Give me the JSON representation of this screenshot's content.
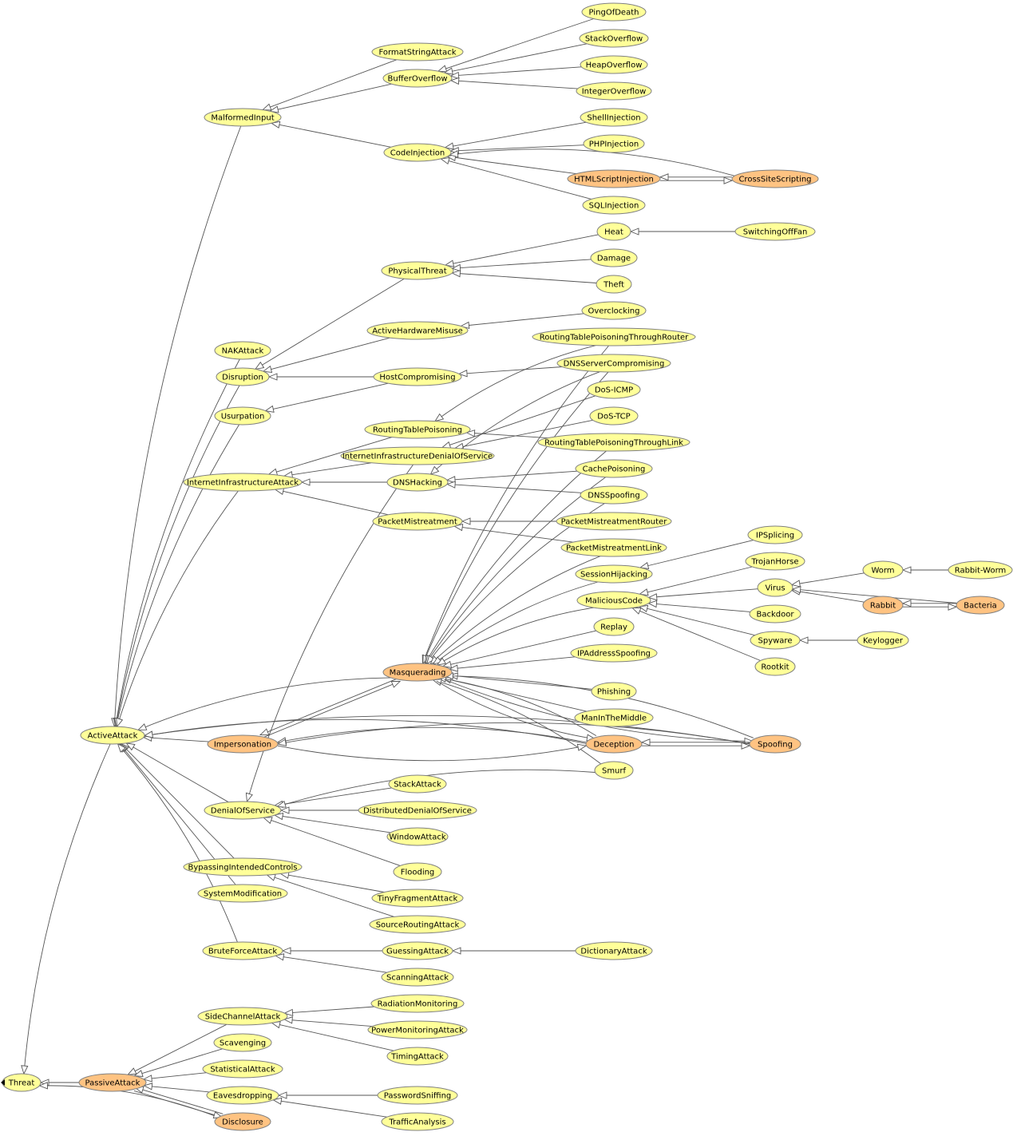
{
  "diagram": {
    "type": "class-hierarchy-graph",
    "colors": {
      "normal": "#ffff99",
      "highlighted": "#ffc382",
      "edge": "#555555",
      "arrowhead": "#ffffff"
    },
    "nodes": [
      {
        "id": "Threat",
        "label": "Threat"
      },
      {
        "id": "PassiveAttack",
        "label": "PassiveAttack",
        "highlighted": true
      },
      {
        "id": "ActiveAttack",
        "label": "ActiveAttack"
      },
      {
        "id": "MalformedInput",
        "label": "MalformedInput"
      },
      {
        "id": "FormatStringAttack",
        "label": "FormatStringAttack"
      },
      {
        "id": "BufferOverflow",
        "label": "BufferOverflow"
      },
      {
        "id": "PingOfDeath",
        "label": "PingOfDeath"
      },
      {
        "id": "StackOverflow",
        "label": "StackOverflow"
      },
      {
        "id": "HeapOverflow",
        "label": "HeapOverflow"
      },
      {
        "id": "IntegerOverflow",
        "label": "IntegerOverflow"
      },
      {
        "id": "CodeInjection",
        "label": "CodeInjection"
      },
      {
        "id": "ShellInjection",
        "label": "ShellInjection"
      },
      {
        "id": "PHPInjection",
        "label": "PHPInjection"
      },
      {
        "id": "HTMLScriptInjection",
        "label": "HTMLScriptInjection",
        "highlighted": true
      },
      {
        "id": "CrossSiteScripting",
        "label": "CrossSiteScripting",
        "highlighted": true
      },
      {
        "id": "SQLInjection",
        "label": "SQLInjection"
      },
      {
        "id": "Heat",
        "label": "Heat"
      },
      {
        "id": "SwitchingOffFan",
        "label": "SwitchingOffFan"
      },
      {
        "id": "Damage",
        "label": "Damage"
      },
      {
        "id": "Theft",
        "label": "Theft"
      },
      {
        "id": "PhysicalThreat",
        "label": "PhysicalThreat"
      },
      {
        "id": "Overclocking",
        "label": "Overclocking"
      },
      {
        "id": "ActiveHardwareMisuse",
        "label": "ActiveHardwareMisuse"
      },
      {
        "id": "RoutingTablePoisoningThroughRouter",
        "label": "RoutingTablePoisoningThroughRouter"
      },
      {
        "id": "NAKAttack",
        "label": "NAKAttack"
      },
      {
        "id": "Disruption",
        "label": "Disruption"
      },
      {
        "id": "HostCompromising",
        "label": "HostCompromising"
      },
      {
        "id": "DNSServerCompromising",
        "label": "DNSServerCompromising"
      },
      {
        "id": "DoS-ICMP",
        "label": "DoS-ICMP"
      },
      {
        "id": "Usurpation",
        "label": "Usurpation"
      },
      {
        "id": "DoS-TCP",
        "label": "DoS-TCP"
      },
      {
        "id": "RoutingTablePoisoning",
        "label": "RoutingTablePoisoning"
      },
      {
        "id": "RoutingTablePoisoningThroughLink",
        "label": "RoutingTablePoisoningThroughLink"
      },
      {
        "id": "InternetInfrastructureDenialOfService",
        "label": "InternetInfrastructureDenialOfService"
      },
      {
        "id": "CachePoisoning",
        "label": "CachePoisoning"
      },
      {
        "id": "InternetInfrastructureAttack",
        "label": "InternetInfrastructureAttack"
      },
      {
        "id": "DNSHacking",
        "label": "DNSHacking"
      },
      {
        "id": "DNSSpoofing",
        "label": "DNSSpoofing"
      },
      {
        "id": "PacketMistreatment",
        "label": "PacketMistreatment"
      },
      {
        "id": "PacketMistreatmentRouter",
        "label": "PacketMistreatmentRouter"
      },
      {
        "id": "IPSplicing",
        "label": "IPSplicing"
      },
      {
        "id": "PacketMistreatmentLink",
        "label": "PacketMistreatmentLink"
      },
      {
        "id": "TrojanHorse",
        "label": "TrojanHorse"
      },
      {
        "id": "Worm",
        "label": "Worm"
      },
      {
        "id": "Rabbit-Worm",
        "label": "Rabbit-Worm"
      },
      {
        "id": "SessionHijacking",
        "label": "SessionHijacking"
      },
      {
        "id": "Virus",
        "label": "Virus"
      },
      {
        "id": "MaliciousCode",
        "label": "MaliciousCode"
      },
      {
        "id": "Rabbit",
        "label": "Rabbit",
        "highlighted": true
      },
      {
        "id": "Bacteria",
        "label": "Bacteria",
        "highlighted": true
      },
      {
        "id": "Backdoor",
        "label": "Backdoor"
      },
      {
        "id": "Replay",
        "label": "Replay"
      },
      {
        "id": "Spyware",
        "label": "Spyware"
      },
      {
        "id": "Keylogger",
        "label": "Keylogger"
      },
      {
        "id": "IPAddressSpoofing",
        "label": "IPAddressSpoofing"
      },
      {
        "id": "Rootkit",
        "label": "Rootkit"
      },
      {
        "id": "Masquerading",
        "label": "Masquerading",
        "highlighted": true
      },
      {
        "id": "Phishing",
        "label": "Phishing"
      },
      {
        "id": "ManInTheMiddle",
        "label": "ManInTheMiddle"
      },
      {
        "id": "Impersonation",
        "label": "Impersonation",
        "highlighted": true
      },
      {
        "id": "Deception",
        "label": "Deception",
        "highlighted": true
      },
      {
        "id": "Spoofing",
        "label": "Spoofing",
        "highlighted": true
      },
      {
        "id": "Smurf",
        "label": "Smurf"
      },
      {
        "id": "StackAttack",
        "label": "StackAttack"
      },
      {
        "id": "DenialOfService",
        "label": "DenialOfService"
      },
      {
        "id": "DistributedDenialOfService",
        "label": "DistributedDenialOfService"
      },
      {
        "id": "WindowAttack",
        "label": "WindowAttack"
      },
      {
        "id": "BypassingIntendedControls",
        "label": "BypassingIntendedControls"
      },
      {
        "id": "Flooding",
        "label": "Flooding"
      },
      {
        "id": "SystemModification",
        "label": "SystemModification"
      },
      {
        "id": "TinyFragmentAttack",
        "label": "TinyFragmentAttack"
      },
      {
        "id": "SourceRoutingAttack",
        "label": "SourceRoutingAttack"
      },
      {
        "id": "BruteForceAttack",
        "label": "BruteForceAttack"
      },
      {
        "id": "GuessingAttack",
        "label": "GuessingAttack"
      },
      {
        "id": "DictionaryAttack",
        "label": "DictionaryAttack"
      },
      {
        "id": "ScanningAttack",
        "label": "ScanningAttack"
      },
      {
        "id": "RadiationMonitoring",
        "label": "RadiationMonitoring"
      },
      {
        "id": "SideChannelAttack",
        "label": "SideChannelAttack"
      },
      {
        "id": "PowerMonitoringAttack",
        "label": "PowerMonitoringAttack"
      },
      {
        "id": "Scavenging",
        "label": "Scavenging"
      },
      {
        "id": "TimingAttack",
        "label": "TimingAttack"
      },
      {
        "id": "StatisticalAttack",
        "label": "StatisticalAttack"
      },
      {
        "id": "Eavesdropping",
        "label": "Eavesdropping"
      },
      {
        "id": "PasswordSniffing",
        "label": "PasswordSniffing"
      },
      {
        "id": "Disclosure",
        "label": "Disclosure",
        "highlighted": true
      },
      {
        "id": "TrafficAnalysis",
        "label": "TrafficAnalysis"
      }
    ],
    "edges": [
      {
        "from": "PassiveAttack",
        "to": "Threat"
      },
      {
        "from": "ActiveAttack",
        "to": "Threat"
      },
      {
        "from": "Disclosure",
        "to": "Threat"
      },
      {
        "from": "MalformedInput",
        "to": "ActiveAttack"
      },
      {
        "from": "NAKAttack",
        "to": "ActiveAttack"
      },
      {
        "from": "Disruption",
        "to": "ActiveAttack"
      },
      {
        "from": "Usurpation",
        "to": "ActiveAttack"
      },
      {
        "from": "InternetInfrastructureAttack",
        "to": "ActiveAttack"
      },
      {
        "from": "Masquerading",
        "to": "ActiveAttack"
      },
      {
        "from": "Impersonation",
        "to": "ActiveAttack"
      },
      {
        "from": "Deception",
        "to": "ActiveAttack"
      },
      {
        "from": "Spoofing",
        "to": "ActiveAttack"
      },
      {
        "from": "DenialOfService",
        "to": "ActiveAttack"
      },
      {
        "from": "BypassingIntendedControls",
        "to": "ActiveAttack"
      },
      {
        "from": "SystemModification",
        "to": "ActiveAttack"
      },
      {
        "from": "BruteForceAttack",
        "to": "ActiveAttack"
      },
      {
        "from": "FormatStringAttack",
        "to": "MalformedInput"
      },
      {
        "from": "BufferOverflow",
        "to": "MalformedInput"
      },
      {
        "from": "CodeInjection",
        "to": "MalformedInput"
      },
      {
        "from": "PingOfDeath",
        "to": "BufferOverflow"
      },
      {
        "from": "StackOverflow",
        "to": "BufferOverflow"
      },
      {
        "from": "HeapOverflow",
        "to": "BufferOverflow"
      },
      {
        "from": "IntegerOverflow",
        "to": "BufferOverflow"
      },
      {
        "from": "ShellInjection",
        "to": "CodeInjection"
      },
      {
        "from": "PHPInjection",
        "to": "CodeInjection"
      },
      {
        "from": "HTMLScriptInjection",
        "to": "CodeInjection"
      },
      {
        "from": "CrossSiteScripting",
        "to": "CodeInjection"
      },
      {
        "from": "SQLInjection",
        "to": "CodeInjection"
      },
      {
        "from": "HTMLScriptInjection",
        "to": "CrossSiteScripting"
      },
      {
        "from": "CrossSiteScripting",
        "to": "HTMLScriptInjection"
      },
      {
        "from": "Heat",
        "to": "PhysicalThreat"
      },
      {
        "from": "Damage",
        "to": "PhysicalThreat"
      },
      {
        "from": "Theft",
        "to": "PhysicalThreat"
      },
      {
        "from": "SwitchingOffFan",
        "to": "Heat"
      },
      {
        "from": "PhysicalThreat",
        "to": "Disruption"
      },
      {
        "from": "ActiveHardwareMisuse",
        "to": "Disruption"
      },
      {
        "from": "HostCompromising",
        "to": "Disruption"
      },
      {
        "from": "Overclocking",
        "to": "ActiveHardwareMisuse"
      },
      {
        "from": "HostCompromising",
        "to": "Usurpation"
      },
      {
        "from": "DNSServerCompromising",
        "to": "HostCompromising"
      },
      {
        "from": "RoutingTablePoisoningThroughRouter",
        "to": "RoutingTablePoisoning"
      },
      {
        "from": "RoutingTablePoisoningThroughLink",
        "to": "RoutingTablePoisoning"
      },
      {
        "from": "DoS-ICMP",
        "to": "InternetInfrastructureDenialOfService"
      },
      {
        "from": "DoS-TCP",
        "to": "InternetInfrastructureDenialOfService"
      },
      {
        "from": "DNSServerCompromising",
        "to": "DNSHacking"
      },
      {
        "from": "CachePoisoning",
        "to": "DNSHacking"
      },
      {
        "from": "DNSSpoofing",
        "to": "DNSHacking"
      },
      {
        "from": "RoutingTablePoisoning",
        "to": "InternetInfrastructureAttack"
      },
      {
        "from": "InternetInfrastructureDenialOfService",
        "to": "InternetInfrastructureAttack"
      },
      {
        "from": "DNSHacking",
        "to": "InternetInfrastructureAttack"
      },
      {
        "from": "PacketMistreatment",
        "to": "InternetInfrastructureAttack"
      },
      {
        "from": "InternetInfrastructureDenialOfService",
        "to": "DenialOfService"
      },
      {
        "from": "PacketMistreatmentRouter",
        "to": "PacketMistreatment"
      },
      {
        "from": "PacketMistreatmentLink",
        "to": "PacketMistreatment"
      },
      {
        "from": "IPSplicing",
        "to": "SessionHijacking"
      },
      {
        "from": "TrojanHorse",
        "to": "MaliciousCode"
      },
      {
        "from": "Virus",
        "to": "MaliciousCode"
      },
      {
        "from": "Backdoor",
        "to": "MaliciousCode"
      },
      {
        "from": "Spyware",
        "to": "MaliciousCode"
      },
      {
        "from": "Rootkit",
        "to": "MaliciousCode"
      },
      {
        "from": "Worm",
        "to": "Virus"
      },
      {
        "from": "Rabbit",
        "to": "Virus"
      },
      {
        "from": "Bacteria",
        "to": "Virus"
      },
      {
        "from": "Rabbit-Worm",
        "to": "Worm"
      },
      {
        "from": "Bacteria",
        "to": "Rabbit"
      },
      {
        "from": "Rabbit",
        "to": "Bacteria"
      },
      {
        "from": "Keylogger",
        "to": "Spyware"
      },
      {
        "from": "RoutingTablePoisoningThroughRouter",
        "to": "Masquerading"
      },
      {
        "from": "DNSServerCompromising",
        "to": "Masquerading"
      },
      {
        "from": "RoutingTablePoisoningThroughLink",
        "to": "Masquerading"
      },
      {
        "from": "CachePoisoning",
        "to": "Masquerading"
      },
      {
        "from": "DNSSpoofing",
        "to": "Masquerading"
      },
      {
        "from": "PacketMistreatmentLink",
        "to": "Masquerading"
      },
      {
        "from": "SessionHijacking",
        "to": "Masquerading"
      },
      {
        "from": "MaliciousCode",
        "to": "Masquerading"
      },
      {
        "from": "Replay",
        "to": "Masquerading"
      },
      {
        "from": "IPAddressSpoofing",
        "to": "Masquerading"
      },
      {
        "from": "Phishing",
        "to": "Masquerading"
      },
      {
        "from": "ManInTheMiddle",
        "to": "Masquerading"
      },
      {
        "from": "Deception",
        "to": "Masquerading"
      },
      {
        "from": "Spoofing",
        "to": "Masquerading"
      },
      {
        "from": "Impersonation",
        "to": "Masquerading"
      },
      {
        "from": "Smurf",
        "to": "Masquerading"
      },
      {
        "from": "Masquerading",
        "to": "Impersonation"
      },
      {
        "from": "Masquerading",
        "to": "Deception"
      },
      {
        "from": "Masquerading",
        "to": "Spoofing"
      },
      {
        "from": "Deception",
        "to": "Impersonation"
      },
      {
        "from": "Spoofing",
        "to": "Impersonation"
      },
      {
        "from": "Impersonation",
        "to": "Deception"
      },
      {
        "from": "Spoofing",
        "to": "Deception"
      },
      {
        "from": "Deception",
        "to": "Spoofing"
      },
      {
        "from": "StackAttack",
        "to": "DenialOfService"
      },
      {
        "from": "DistributedDenialOfService",
        "to": "DenialOfService"
      },
      {
        "from": "WindowAttack",
        "to": "DenialOfService"
      },
      {
        "from": "Flooding",
        "to": "DenialOfService"
      },
      {
        "from": "Smurf",
        "to": "DenialOfService"
      },
      {
        "from": "TinyFragmentAttack",
        "to": "BypassingIntendedControls"
      },
      {
        "from": "SourceRoutingAttack",
        "to": "BypassingIntendedControls"
      },
      {
        "from": "GuessingAttack",
        "to": "BruteForceAttack"
      },
      {
        "from": "ScanningAttack",
        "to": "BruteForceAttack"
      },
      {
        "from": "DictionaryAttack",
        "to": "GuessingAttack"
      },
      {
        "from": "SideChannelAttack",
        "to": "PassiveAttack"
      },
      {
        "from": "Scavenging",
        "to": "PassiveAttack"
      },
      {
        "from": "StatisticalAttack",
        "to": "PassiveAttack"
      },
      {
        "from": "Eavesdropping",
        "to": "PassiveAttack"
      },
      {
        "from": "Disclosure",
        "to": "PassiveAttack"
      },
      {
        "from": "PassiveAttack",
        "to": "Disclosure"
      },
      {
        "from": "RadiationMonitoring",
        "to": "SideChannelAttack"
      },
      {
        "from": "PowerMonitoringAttack",
        "to": "SideChannelAttack"
      },
      {
        "from": "TimingAttack",
        "to": "SideChannelAttack"
      },
      {
        "from": "PasswordSniffing",
        "to": "Eavesdropping"
      },
      {
        "from": "TrafficAnalysis",
        "to": "Eavesdropping"
      }
    ]
  }
}
